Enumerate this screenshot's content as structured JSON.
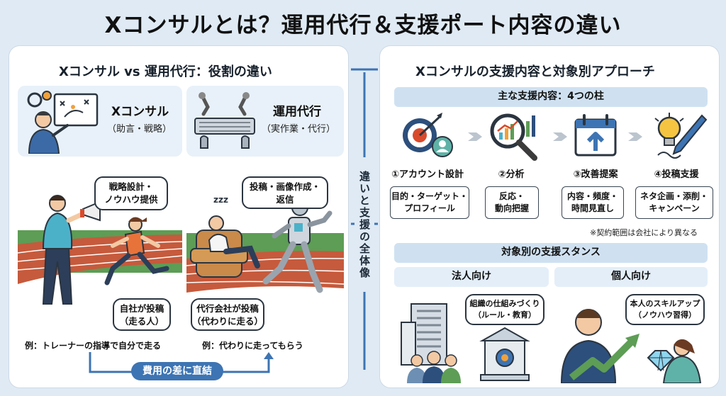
{
  "title": "Xコンサルとは？運用代行＆支援ポート内容の違い",
  "left": {
    "heading": "Xコンサル vs 運用代行：役割の違い",
    "consul": {
      "title": "Xコンサル",
      "subtitle": "（助言・戦略）",
      "bubble_line1": "戦略設計・",
      "bubble_line2": "ノウハウ提供",
      "runner_bubble_line1": "自社が投稿",
      "runner_bubble_line2": "（走る人）",
      "example": "例：トレーナーの指導で自分で走る"
    },
    "agency": {
      "title": "運用代行",
      "subtitle": "（実作業・代行）",
      "bubble_line1": "投稿・画像作成・",
      "bubble_line2": "返信",
      "robot_bubble_line1": "代行会社が投稿",
      "robot_bubble_line2": "（代わりに走る）",
      "example": "例：代わりに走ってもらう",
      "sleep": "zzz"
    },
    "cost_badge": "費用の差に直結"
  },
  "center": {
    "label": "違いと支援の全体像"
  },
  "right": {
    "heading": "Xコンサルの支援内容と対象別アプローチ",
    "pillars_heading": "主な支援内容：4つの柱",
    "pillars": [
      {
        "label": "①アカウント設計",
        "line1": "目的・ターゲット・",
        "line2": "プロフィール",
        "icon": "target-icon"
      },
      {
        "label": "②分析",
        "line1": "反応・",
        "line2": "動向把握",
        "icon": "magnifier-chart-icon"
      },
      {
        "label": "③改善提案",
        "line1": "内容・頻度・",
        "line2": "時間見直し",
        "icon": "calendar-up-icon"
      },
      {
        "label": "④投稿支援",
        "line1": "ネタ企画・添削・",
        "line2": "キャンペーン",
        "icon": "bulb-pen-icon"
      }
    ],
    "note": "※契約範囲は会社により異なる",
    "stance_heading": "対象別の支援スタンス",
    "corporate": {
      "title": "法人向け",
      "bubble_line1": "組織の仕組みづくり",
      "bubble_line2": "（ルール・教育）"
    },
    "individual": {
      "title": "個人向け",
      "bubble_line1": "本人のスキルアップ",
      "bubble_line2": "（ノウハウ習得）"
    }
  },
  "colors": {
    "accent": "#3d74b3",
    "band": "#cfe1f1",
    "background": "#dfeaf4"
  }
}
